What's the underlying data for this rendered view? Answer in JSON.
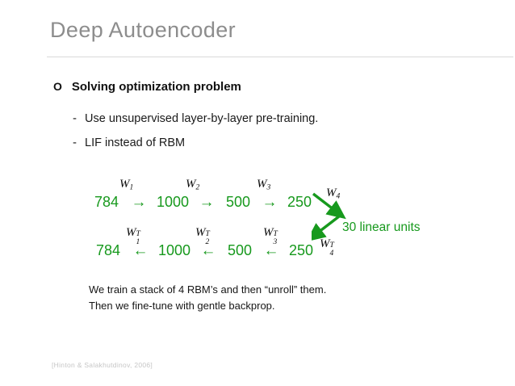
{
  "slide": {
    "title": "Deep Autoencoder",
    "background_color": "#ffffff",
    "title_color": "#8d8d8d",
    "accent_green": "#17991d"
  },
  "bullets": {
    "level1": {
      "marker": "circle-outline",
      "marker_glyph": "O",
      "text": "Solving optimization problem"
    },
    "level2": [
      {
        "marker_glyph": "-",
        "text": "Use unsupervised layer-by-layer pre-training."
      },
      {
        "marker_glyph": "-",
        "text": "LIF instead of RBM"
      }
    ]
  },
  "diagram": {
    "encoder": {
      "nodes": [
        "784",
        "1000",
        "500",
        "250"
      ],
      "arrow_glyph": "→",
      "weight_labels": [
        {
          "base": "W",
          "sub": "1",
          "sup": ""
        },
        {
          "base": "W",
          "sub": "2",
          "sup": ""
        },
        {
          "base": "W",
          "sub": "3",
          "sup": ""
        }
      ]
    },
    "decoder": {
      "nodes": [
        "784",
        "1000",
        "500",
        "250"
      ],
      "arrow_glyph": "←",
      "weight_labels": [
        {
          "base": "W",
          "sub": "1",
          "sup": "T"
        },
        {
          "base": "W",
          "sub": "2",
          "sup": "T"
        },
        {
          "base": "W",
          "sub": "3",
          "sup": "T"
        }
      ]
    },
    "bottleneck": {
      "top_weight": {
        "base": "W",
        "sub": "4",
        "sup": ""
      },
      "bottom_weight": {
        "base": "W",
        "sub": "4",
        "sup": "T"
      },
      "note": "30 linear units"
    }
  },
  "caption": {
    "line1": "We train a stack of 4 RBM’s and then “unroll” them.",
    "line2": "Then we fine-tune with gentle backprop."
  },
  "footer": {
    "citation": "[Hinton & Salakhutdinov, 2006]"
  }
}
